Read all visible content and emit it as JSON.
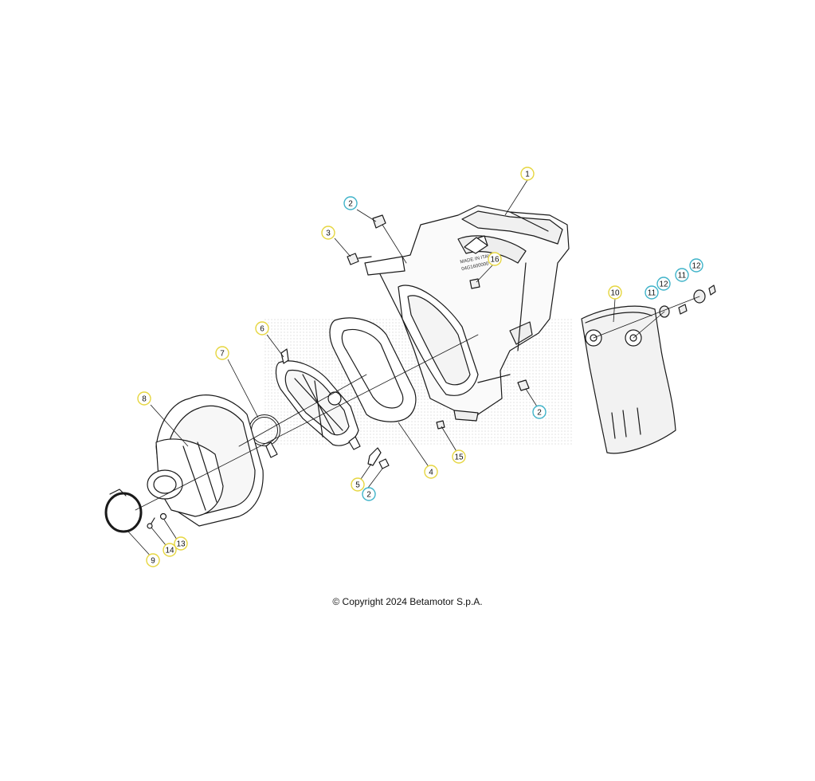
{
  "diagram": {
    "copyright": "© Copyright 2024 Betamotor S.p.A.",
    "colors": {
      "line": "#1a1a1a",
      "fill": "#ffffff",
      "shade": "#ededed",
      "callout_yellow": "#e6d640",
      "callout_cyan": "#3fb3c9"
    },
    "part_stamp": [
      "MADE IN ITALY",
      "04G1600000"
    ],
    "callouts": [
      {
        "num": "1",
        "color": "yellow"
      },
      {
        "num": "2",
        "color": "cyan"
      },
      {
        "num": "3",
        "color": "yellow"
      },
      {
        "num": "16",
        "color": "yellow"
      },
      {
        "num": "10",
        "color": "yellow"
      },
      {
        "num": "11",
        "color": "cyan"
      },
      {
        "num": "12",
        "color": "cyan"
      },
      {
        "num": "11",
        "color": "cyan"
      },
      {
        "num": "12",
        "color": "cyan"
      },
      {
        "num": "6",
        "color": "yellow"
      },
      {
        "num": "7",
        "color": "yellow"
      },
      {
        "num": "8",
        "color": "yellow"
      },
      {
        "num": "2",
        "color": "cyan"
      },
      {
        "num": "15",
        "color": "yellow"
      },
      {
        "num": "4",
        "color": "yellow"
      },
      {
        "num": "5",
        "color": "yellow"
      },
      {
        "num": "2",
        "color": "cyan"
      },
      {
        "num": "13",
        "color": "yellow"
      },
      {
        "num": "14",
        "color": "yellow"
      },
      {
        "num": "9",
        "color": "yellow"
      }
    ]
  }
}
